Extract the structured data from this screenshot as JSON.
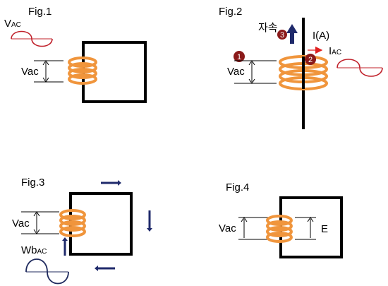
{
  "colors": {
    "core": "#000000",
    "coil": "#f0953c",
    "coil_dark": "#b86a24",
    "wave_red": "#c0202a",
    "wave_navy": "#1f2a5e",
    "arrow_navy": "#1f2a6b",
    "arrow_red": "#e02020",
    "badge": "#8b1a1a",
    "badge_text": "#ffffff"
  },
  "fig1": {
    "title": "Fig.1",
    "wave_label_main": "V",
    "wave_label_sub": "AC",
    "voltage_label": "Vac",
    "wave_icon": "sine-wave-icon"
  },
  "fig2": {
    "title": "Fig.2",
    "flux_label": "자속",
    "current_label": "I(A)",
    "ac_label_main": "I",
    "ac_label_sub": "AC",
    "voltage_label": "Vac",
    "badges": [
      "1",
      "2",
      "3"
    ],
    "wave_icon": "sine-wave-icon"
  },
  "fig3": {
    "title": "Fig.3",
    "voltage_label": "Vac",
    "flux_label_main": "Wb",
    "flux_label_sub": "AC",
    "wave_icon": "sine-wave-icon"
  },
  "fig4": {
    "title": "Fig.4",
    "voltage_label": "Vac",
    "emf_label": "E"
  }
}
